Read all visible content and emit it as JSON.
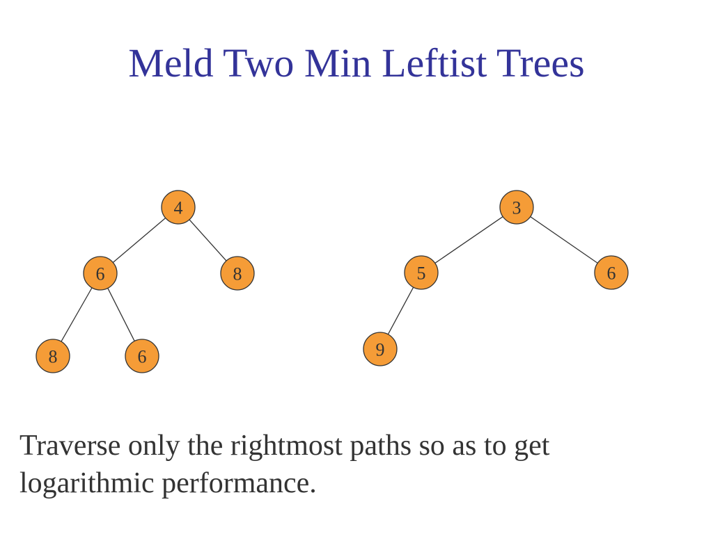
{
  "slide": {
    "title": "Meld Two Min Leftist Trees",
    "body": "Traverse only the rightmost paths so as to get logarithmic performance."
  },
  "colors": {
    "title": "#333399",
    "node_fill": "#f59c37",
    "node_stroke": "#333333",
    "text": "#333333"
  },
  "trees": [
    {
      "name": "tree-a",
      "nodes": [
        {
          "id": "a4",
          "value": "4"
        },
        {
          "id": "a6",
          "value": "6"
        },
        {
          "id": "a8r",
          "value": "8"
        },
        {
          "id": "a8l",
          "value": "8"
        },
        {
          "id": "a6r",
          "value": "6"
        }
      ],
      "edges": [
        [
          "a4",
          "a6"
        ],
        [
          "a4",
          "a8r"
        ],
        [
          "a6",
          "a8l"
        ],
        [
          "a6",
          "a6r"
        ]
      ]
    },
    {
      "name": "tree-b",
      "nodes": [
        {
          "id": "b3",
          "value": "3"
        },
        {
          "id": "b5",
          "value": "5"
        },
        {
          "id": "b6",
          "value": "6"
        },
        {
          "id": "b9",
          "value": "9"
        }
      ],
      "edges": [
        [
          "b3",
          "b5"
        ],
        [
          "b3",
          "b6"
        ],
        [
          "b5",
          "b9"
        ]
      ]
    }
  ]
}
